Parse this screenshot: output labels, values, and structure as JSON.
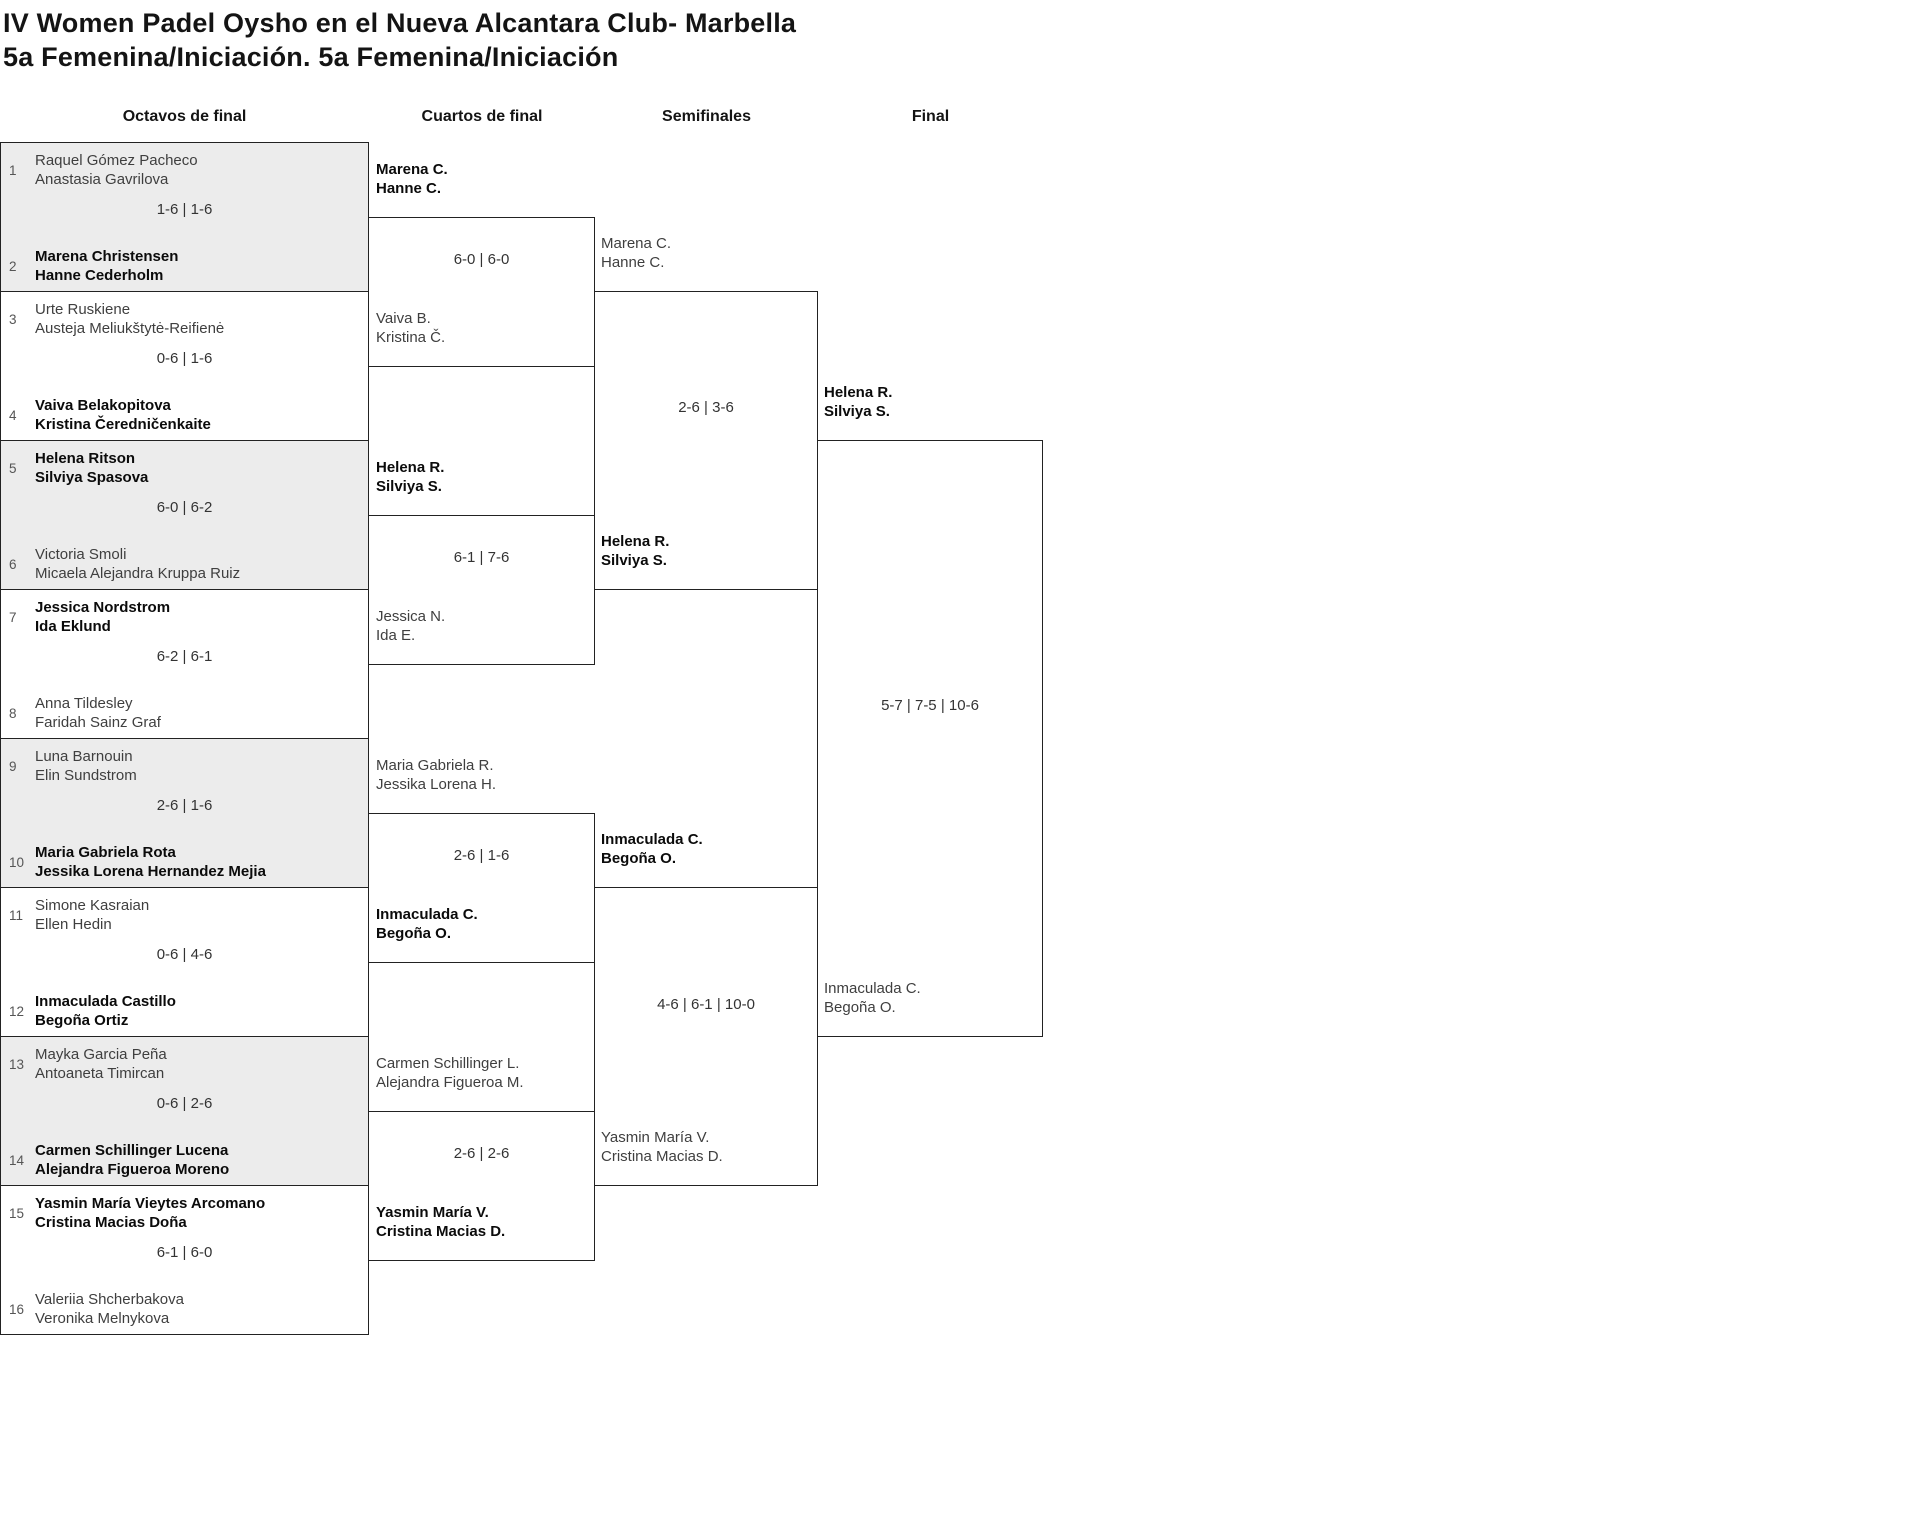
{
  "title": {
    "line1": "IV Women Padel Oysho en el Nueva Alcantara Club- Marbella",
    "line2": "5a Femenina/Iniciación. 5a Femenina/Iniciación"
  },
  "round_headers": [
    "Octavos de final",
    "Cuartos de final",
    "Semifinales",
    "Final"
  ],
  "colors": {
    "winner_text": "#0b0b0b",
    "loser_text": "#3f3f3f",
    "line": "#222222",
    "shaded_box_bg": "#ececec",
    "seed_text": "#555555",
    "score_text": "#333333"
  },
  "octavos": [
    {
      "seed_a": "1",
      "a1": "Raquel Gómez Pacheco",
      "a2": "Anastasia Gavrilova",
      "score": "1-6 | 1-6",
      "seed_b": "2",
      "b1": "Marena Christensen",
      "b2": "Hanne Cederholm",
      "winner": "b"
    },
    {
      "seed_a": "3",
      "a1": "Urte Ruskiene",
      "a2": "Austeja Meliukštytė-Reifienė",
      "score": "0-6 | 1-6",
      "seed_b": "4",
      "b1": "Vaiva Belakopitova",
      "b2": "Kristina Čeredničenkaite",
      "winner": "b"
    },
    {
      "seed_a": "5",
      "a1": "Helena Ritson",
      "a2": "Silviya Spasova",
      "score": "6-0 | 6-2",
      "seed_b": "6",
      "b1": "Victoria Smoli",
      "b2": "Micaela Alejandra Kruppa Ruiz",
      "winner": "a"
    },
    {
      "seed_a": "7",
      "a1": "Jessica Nordstrom",
      "a2": "Ida Eklund",
      "score": "6-2 | 6-1",
      "seed_b": "8",
      "b1": "Anna Tildesley",
      "b2": "Faridah Sainz Graf",
      "winner": "a"
    },
    {
      "seed_a": "9",
      "a1": "Luna Barnouin",
      "a2": "Elin Sundstrom",
      "score": "2-6 | 1-6",
      "seed_b": "10",
      "b1": "Maria Gabriela Rota",
      "b2": "Jessika Lorena Hernandez Mejia",
      "winner": "b"
    },
    {
      "seed_a": "11",
      "a1": "Simone Kasraian",
      "a2": "Ellen Hedin",
      "score": "0-6 | 4-6",
      "seed_b": "12",
      "b1": "Inmaculada Castillo",
      "b2": "Begoña Ortiz",
      "winner": "b"
    },
    {
      "seed_a": "13",
      "a1": "Mayka Garcia Peña",
      "a2": "Antoaneta Timircan",
      "score": "0-6 | 2-6",
      "seed_b": "14",
      "b1": "Carmen Schillinger Lucena",
      "b2": "Alejandra Figueroa Moreno",
      "winner": "b"
    },
    {
      "seed_a": "15",
      "a1": "Yasmin María Vieytes Arcomano",
      "a2": "Cristina Macias Doña",
      "score": "6-1 | 6-0",
      "seed_b": "16",
      "b1": "Valeriia Shcherbakova",
      "b2": "Veronika Melnykova",
      "winner": "a"
    }
  ],
  "cuartos": [
    {
      "a1": "Marena C.",
      "a2": "Hanne C.",
      "score": "6-0 | 6-0",
      "b1": "Vaiva B.",
      "b2": "Kristina Č.",
      "winner": "a"
    },
    {
      "a1": "Helena R.",
      "a2": "Silviya S.",
      "score": "6-1 | 7-6",
      "b1": "Jessica N.",
      "b2": "Ida E.",
      "winner": "a"
    },
    {
      "a1": "Maria Gabriela R.",
      "a2": "Jessika Lorena H.",
      "score": "2-6 | 1-6",
      "b1": "Inmaculada C.",
      "b2": "Begoña O.",
      "winner": "b"
    },
    {
      "a1": "Carmen Schillinger L.",
      "a2": "Alejandra Figueroa M.",
      "score": "2-6 | 2-6",
      "b1": "Yasmin María V.",
      "b2": "Cristina Macias D.",
      "winner": "b"
    }
  ],
  "semifinales": [
    {
      "a1": "Marena C.",
      "a2": "Hanne C.",
      "score": "2-6 | 3-6",
      "b1": "Helena R.",
      "b2": "Silviya S.",
      "winner": "b"
    },
    {
      "a1": "Inmaculada C.",
      "a2": "Begoña O.",
      "score": "4-6 | 6-1 | 10-0",
      "b1": "Yasmin María V.",
      "b2": "Cristina Macias D.",
      "winner": "a"
    }
  ],
  "final": {
    "a1": "Helena R.",
    "a2": "Silviya S.",
    "score": "5-7 | 7-5 | 10-6",
    "b1": "Inmaculada C.",
    "b2": "Begoña O.",
    "winner": "a"
  }
}
